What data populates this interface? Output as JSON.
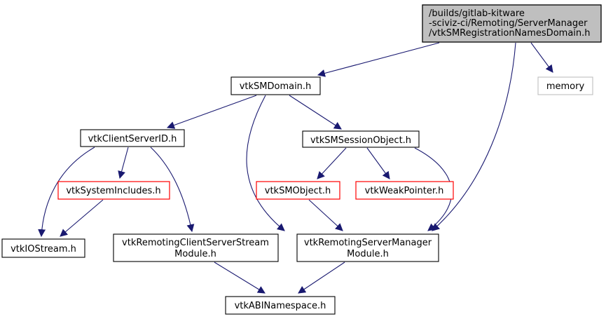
{
  "diagram": {
    "type": "include-dependency-graph",
    "background_color": "#ffffff",
    "edge_color": "#191970",
    "colors": {
      "main_node_fill": "#bfbfbf",
      "normal_border": "#000000",
      "truncated_border": "#ff0000",
      "system_border": "#bebebe"
    },
    "nodes": {
      "main": {
        "lines": {
          "0": "/builds/gitlab-kitware",
          "1": "-sciviz-ci/Remoting/ServerManager",
          "2": "/vtkSMRegistrationNamesDomain.h"
        },
        "style": "current-file"
      },
      "memory": {
        "label": "memory",
        "style": "system-header"
      },
      "vtkSMDomain": {
        "label": "vtkSMDomain.h",
        "style": "normal"
      },
      "vtkClientServerID": {
        "label": "vtkClientServerID.h",
        "style": "normal"
      },
      "vtkSMSessionObject": {
        "label": "vtkSMSessionObject.h",
        "style": "normal"
      },
      "vtkSystemIncludes": {
        "label": "vtkSystemIncludes.h",
        "style": "truncated"
      },
      "vtkSMObject": {
        "label": "vtkSMObject.h",
        "style": "truncated"
      },
      "vtkWeakPointer": {
        "label": "vtkWeakPointer.h",
        "style": "truncated"
      },
      "vtkIOStream": {
        "label": "vtkIOStream.h",
        "style": "normal"
      },
      "vtkRemotingClientServerStreamModule": {
        "lines": {
          "0": "vtkRemotingClientServerStream",
          "1": "Module.h"
        },
        "style": "normal"
      },
      "vtkRemotingServerManagerModule": {
        "lines": {
          "0": "vtkRemotingServerManager",
          "1": "Module.h"
        },
        "style": "normal"
      },
      "vtkABINamespace": {
        "label": "vtkABINamespace.h",
        "style": "normal"
      }
    },
    "edges": [
      {
        "from": "main",
        "to": "vtkSMDomain"
      },
      {
        "from": "main",
        "to": "memory"
      },
      {
        "from": "main",
        "to": "vtkRemotingServerManagerModule"
      },
      {
        "from": "vtkSMDomain",
        "to": "vtkClientServerID"
      },
      {
        "from": "vtkSMDomain",
        "to": "vtkSMSessionObject"
      },
      {
        "from": "vtkSMDomain",
        "to": "vtkRemotingServerManagerModule"
      },
      {
        "from": "vtkClientServerID",
        "to": "vtkSystemIncludes"
      },
      {
        "from": "vtkClientServerID",
        "to": "vtkIOStream"
      },
      {
        "from": "vtkClientServerID",
        "to": "vtkRemotingClientServerStreamModule"
      },
      {
        "from": "vtkSystemIncludes",
        "to": "vtkIOStream"
      },
      {
        "from": "vtkSMSessionObject",
        "to": "vtkSMObject"
      },
      {
        "from": "vtkSMSessionObject",
        "to": "vtkWeakPointer"
      },
      {
        "from": "vtkSMSessionObject",
        "to": "vtkRemotingServerManagerModule"
      },
      {
        "from": "vtkSMObject",
        "to": "vtkRemotingServerManagerModule"
      },
      {
        "from": "vtkRemotingClientServerStreamModule",
        "to": "vtkABINamespace"
      },
      {
        "from": "vtkRemotingServerManagerModule",
        "to": "vtkABINamespace"
      }
    ]
  }
}
